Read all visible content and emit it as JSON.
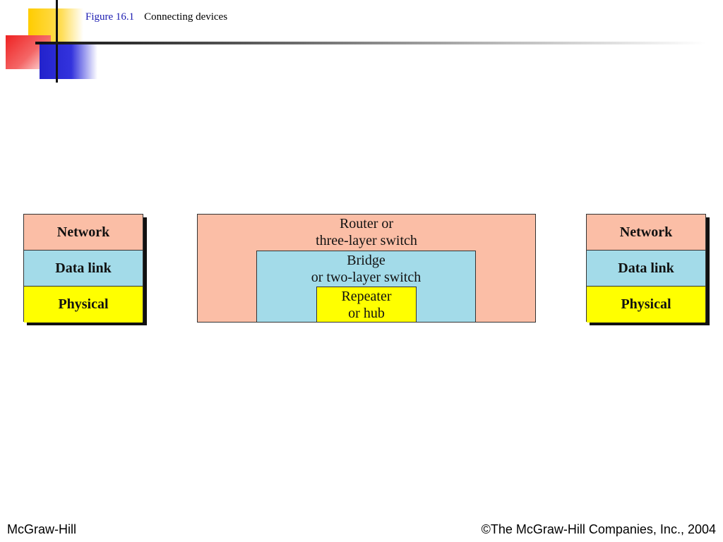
{
  "figure": {
    "number": "Figure 16.1",
    "title": "Connecting devices"
  },
  "left_stack": {
    "layers": [
      "Network",
      "Data link",
      "Physical"
    ]
  },
  "right_stack": {
    "layers": [
      "Network",
      "Data link",
      "Physical"
    ]
  },
  "devices": {
    "router": {
      "line1": "Router or",
      "line2": "three-layer switch"
    },
    "bridge": {
      "line1": "Bridge",
      "line2": "or two-layer switch"
    },
    "repeater": {
      "line1": "Repeater",
      "line2": "or hub"
    }
  },
  "footer": {
    "left": "McGraw-Hill",
    "right": "©The McGraw-Hill Companies, Inc., 2004"
  },
  "colors": {
    "network_layer": "#fbbea6",
    "datalink_layer": "#a3dbe9",
    "physical_layer": "#ffff00",
    "figure_number": "#1a1ab0"
  }
}
